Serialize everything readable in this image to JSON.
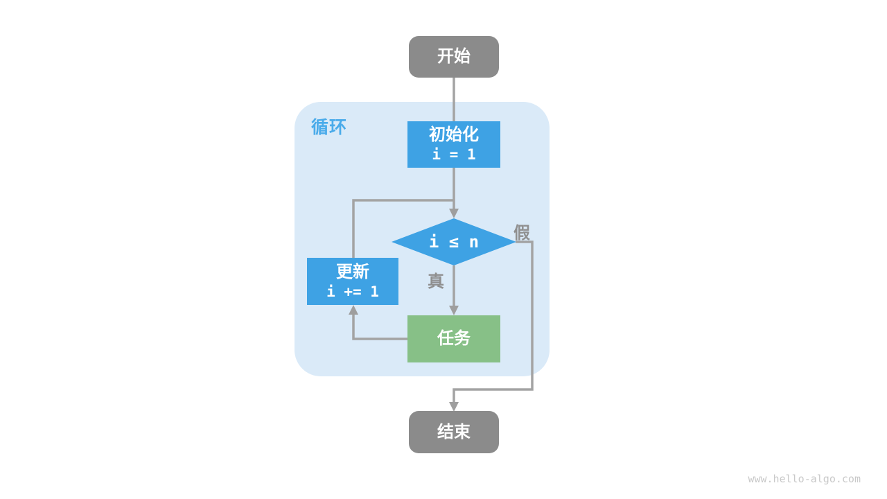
{
  "diagram": {
    "container_label": "循环",
    "nodes": {
      "start": {
        "label": "开始"
      },
      "init": {
        "label": "初始化",
        "code": "i = 1"
      },
      "condition": {
        "code": "i ≤ n"
      },
      "update": {
        "label": "更新",
        "code": "i += 1"
      },
      "task": {
        "label": "任务"
      },
      "end": {
        "label": "结束"
      }
    },
    "edge_labels": {
      "true_branch": "真",
      "false_branch": "假"
    },
    "colors": {
      "terminal_fill": "#8b8b8b",
      "process_fill": "#3ea2e4",
      "task_fill": "#87c087",
      "container_fill": "#daeaf8",
      "container_label": "#4aabea",
      "connector": "#a3a3a3",
      "edge_label": "#8f8f8f",
      "node_text": "#ffffff",
      "watermark": "#c9c9c9"
    }
  },
  "footer": {
    "watermark": "www.hello-algo.com"
  }
}
